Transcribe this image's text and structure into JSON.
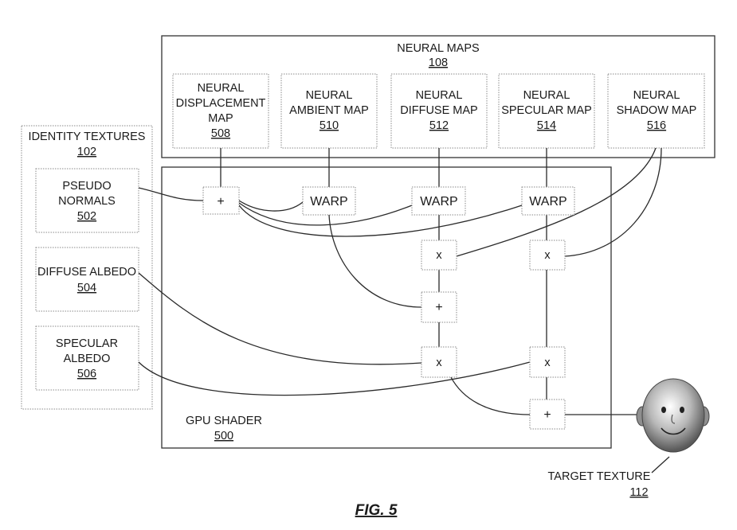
{
  "neural_maps": {
    "title": "NEURAL MAPS",
    "ref": "108",
    "maps": [
      {
        "lines": [
          "NEURAL",
          "DISPLACEMENT",
          "MAP"
        ],
        "ref": "508"
      },
      {
        "lines": [
          "NEURAL",
          "AMBIENT MAP"
        ],
        "ref": "510"
      },
      {
        "lines": [
          "NEURAL",
          "DIFFUSE MAP"
        ],
        "ref": "512"
      },
      {
        "lines": [
          "NEURAL",
          "SPECULAR MAP"
        ],
        "ref": "514"
      },
      {
        "lines": [
          "NEURAL",
          "SHADOW MAP"
        ],
        "ref": "516"
      }
    ]
  },
  "identity_textures": {
    "title": "IDENTITY TEXTURES",
    "ref": "102",
    "items": [
      {
        "lines": [
          "PSEUDO",
          "NORMALS"
        ],
        "ref": "502"
      },
      {
        "lines": [
          "DIFFUSE ALBEDO"
        ],
        "ref": "504"
      },
      {
        "lines": [
          "SPECULAR",
          "ALBEDO"
        ],
        "ref": "506"
      }
    ]
  },
  "gpu_shader": {
    "title": "GPU SHADER",
    "ref": "500"
  },
  "operators": {
    "plus": "+",
    "times": "x",
    "warp": "WARP"
  },
  "target_texture": {
    "title": "TARGET TEXTURE",
    "ref": "112"
  },
  "figure_label": "FIG. 5"
}
